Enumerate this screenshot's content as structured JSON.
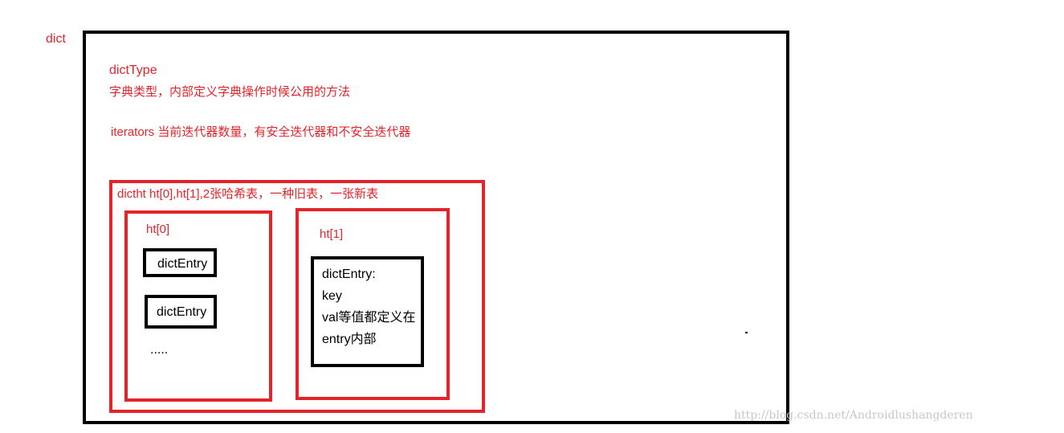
{
  "labels": {
    "dict": "dict",
    "dict_type_title": "dictType",
    "dict_type_desc": "字典类型，内部定义字典操作时候公用的方法",
    "iterators": "iterators 当前迭代器数量，有安全迭代器和不安全迭代器",
    "dictht": "dictht ht[0],ht[1],2张哈希表，一种旧表，一张新表",
    "ht0": "ht[0]",
    "ht1": "ht[1]",
    "entry1": "dictEntry",
    "entry2": "dictEntry",
    "ellipsis": ".....",
    "entry_detail": [
      "dictEntry:",
      "key",
      "val等值都定义在",
      "entry内部"
    ],
    "watermark": "http://blog.csdn.net/Androidlushangderen"
  },
  "colors": {
    "red": "#e3242b",
    "black": "#000000",
    "watermark": "#c8c8c8"
  }
}
